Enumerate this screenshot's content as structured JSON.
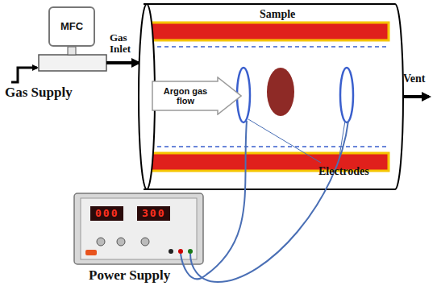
{
  "diagram": {
    "nodes": [
      {
        "text": [
          "MFC"
        ]
      },
      {
        "text": [
          "Argon gas flow"
        ]
      }
    ],
    "labels": [
      "Gas Supply",
      "Gas Inlet",
      "Sample",
      "Electrodes",
      "Vent",
      "000",
      "300",
      "Power Supply"
    ]
  }
}
